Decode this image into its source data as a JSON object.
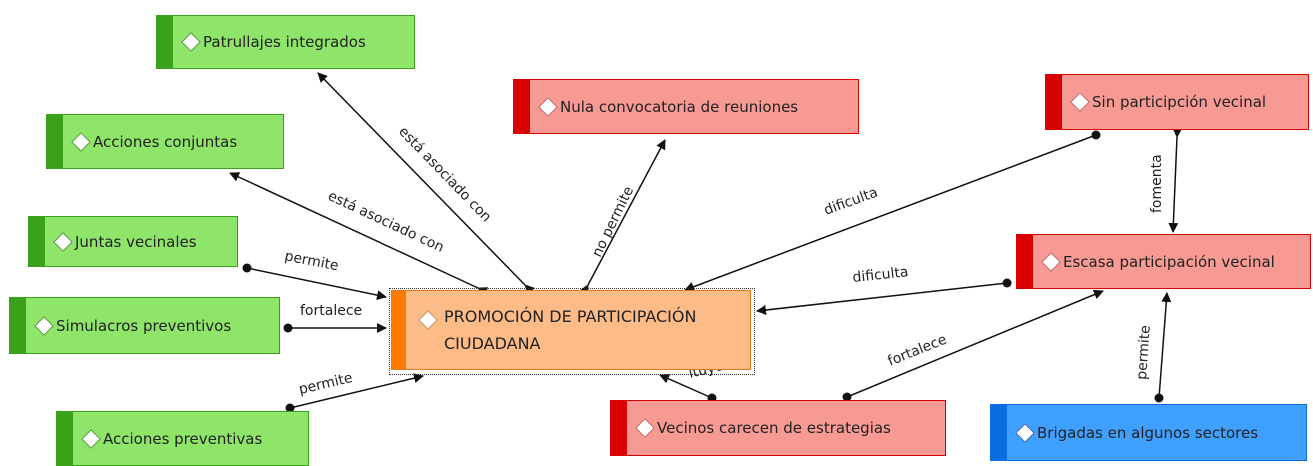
{
  "nodes": {
    "center": "PROMOCIÓN DE PARTICIPACIÓN CIUDADANA",
    "patrullajes": "Patrullajes integrados",
    "acciones_conjuntas": "Acciones conjuntas",
    "juntas": "Juntas vecinales",
    "simulacros": "Simulacros preventivos",
    "acciones_preventivas": "Acciones preventivas",
    "nula": "Nula convocatoria de reuniones",
    "sin_participacion": "Sin participción vecinal",
    "escasa": "Escasa participación vecinal",
    "vecinos": "Vecinos carecen de estrategias",
    "brigadas": "Brigadas en algunos sectores"
  },
  "edges": {
    "patrullajes": "está asociado con",
    "acciones_conjuntas": "está asociado con",
    "juntas": "permite",
    "simulacros": "fortalece",
    "acciones_preventivas": "permite",
    "nula": "no permite",
    "sin_participacion": "dificulta",
    "escasa": "dificulta",
    "vecinos": "ituye",
    "fomenta": "fomenta",
    "fortalece_escasa": "fortalece",
    "brigadas": "permite"
  },
  "colors": {
    "green": "#8fe46a",
    "red": "#f79a94",
    "blue": "#3fa0ff",
    "orange": "#fdbb88"
  }
}
